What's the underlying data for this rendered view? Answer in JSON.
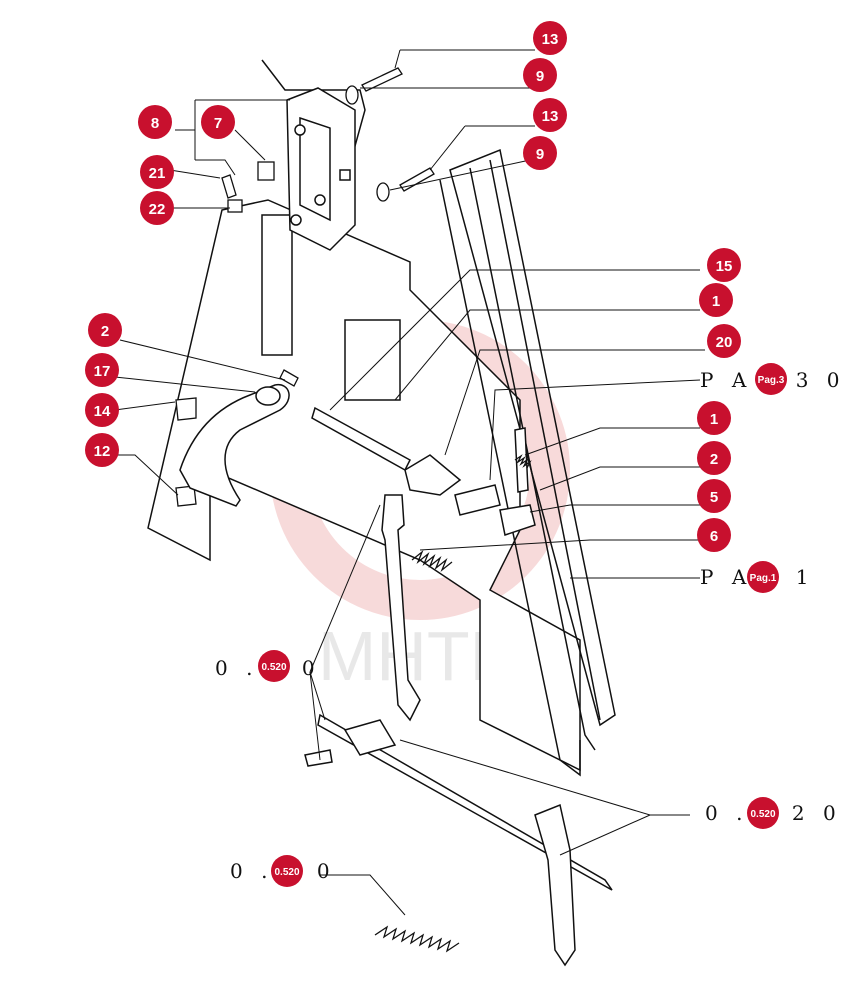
{
  "watermark": {
    "text": "MHTEX",
    "gear_color": "#f7d6d6"
  },
  "colors": {
    "badge": "#c8102e",
    "badge_text": "#ffffff",
    "ink": "#111111",
    "panel": "#ffffff"
  },
  "callouts": [
    {
      "id": "b13a",
      "badge": "13"
    },
    {
      "id": "b9a",
      "badge": "9"
    },
    {
      "id": "b13b",
      "badge": "13"
    },
    {
      "id": "b9b",
      "badge": "9"
    },
    {
      "id": "b8",
      "badge": "8"
    },
    {
      "id": "b7",
      "badge": "7"
    },
    {
      "id": "b21",
      "badge": "21"
    },
    {
      "id": "b22",
      "badge": "22"
    },
    {
      "id": "b15",
      "badge": "15"
    },
    {
      "id": "b1a",
      "badge": "1"
    },
    {
      "id": "b20",
      "badge": "20"
    },
    {
      "id": "b2a",
      "badge": "2"
    },
    {
      "id": "b17",
      "badge": "17"
    },
    {
      "id": "b14",
      "badge": "14"
    },
    {
      "id": "b12",
      "badge": "12"
    },
    {
      "id": "b1b",
      "badge": "1"
    },
    {
      "id": "b2b",
      "badge": "2"
    },
    {
      "id": "b5",
      "badge": "5"
    },
    {
      "id": "b6",
      "badge": "6"
    },
    {
      "id": "bpag3",
      "badge": "Pag.3"
    },
    {
      "id": "bpag1",
      "badge": "Pag.1"
    },
    {
      "id": "b520a",
      "badge": "0.520"
    },
    {
      "id": "b520b",
      "badge": "0.520"
    },
    {
      "id": "b520c",
      "badge": "0.520"
    }
  ],
  "labels": {
    "ref_pag3": "P A 0 3 0",
    "ref_pag1": "P A 1 1",
    "ref_520a": "0 . 0 0",
    "ref_520b": "0 . 0 2 0",
    "ref_520c": "0 . 0 0"
  }
}
